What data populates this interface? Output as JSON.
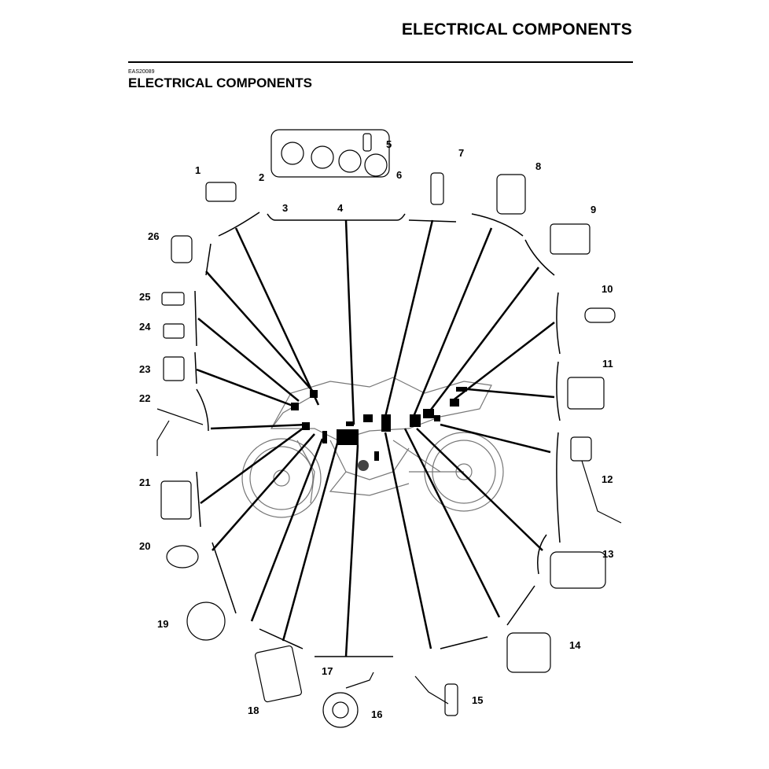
{
  "header": {
    "title": "ELECTRICAL COMPONENTS"
  },
  "section": {
    "code": "EAS20089",
    "title": "ELECTRICAL COMPONENTS"
  },
  "diagram": {
    "labels": [
      "1",
      "2",
      "3",
      "4",
      "5",
      "6",
      "7",
      "8",
      "9",
      "10",
      "11",
      "12",
      "13",
      "14",
      "15",
      "16",
      "17",
      "18",
      "19",
      "20",
      "21",
      "22",
      "23",
      "24",
      "25",
      "26"
    ]
  }
}
